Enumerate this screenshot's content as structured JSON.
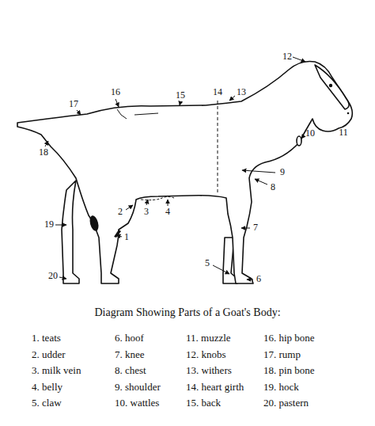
{
  "diagram": {
    "title": "Diagram Showing Parts of a Goat's Body:",
    "labels": [
      "1",
      "2",
      "3",
      "4",
      "5",
      "6",
      "7",
      "8",
      "9",
      "10",
      "11",
      "12",
      "13",
      "14",
      "15",
      "16",
      "17",
      "18",
      "19",
      "20",
      "1. teats",
      "2. udder",
      "3. milk vein",
      "4. belly",
      "5. claw",
      "6. hoof",
      "7. knee",
      "8. chest",
      "9. shoulder",
      "10. wattles",
      "11. muzzle",
      "12. knobs",
      "13. withers",
      "14. heart girth",
      "15. back",
      "16. hip bone",
      "17. rump",
      "18. pin bone",
      "19. hock",
      "20. pastern"
    ]
  }
}
